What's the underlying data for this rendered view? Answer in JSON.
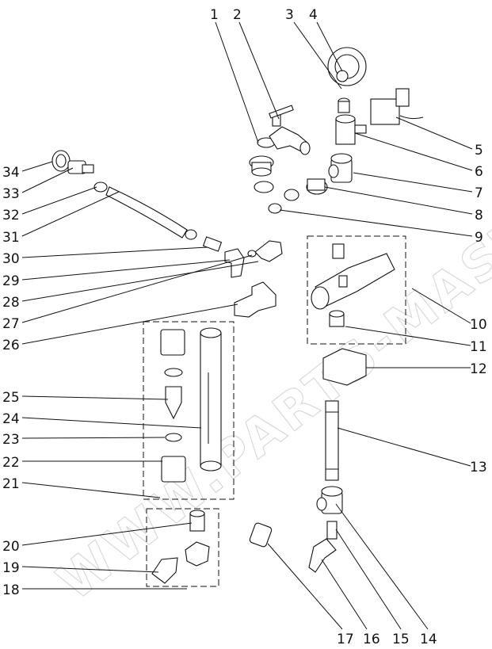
{
  "watermark": "WWW.PARTS-MASTER.RU",
  "labels": [
    "1",
    "2",
    "3",
    "4",
    "5",
    "6",
    "7",
    "8",
    "9",
    "10",
    "11",
    "12",
    "13",
    "14",
    "15",
    "16",
    "17",
    "18",
    "19",
    "20",
    "21",
    "22",
    "23",
    "24",
    "25",
    "26",
    "27",
    "28",
    "29",
    "30",
    "31",
    "32",
    "33",
    "34"
  ]
}
